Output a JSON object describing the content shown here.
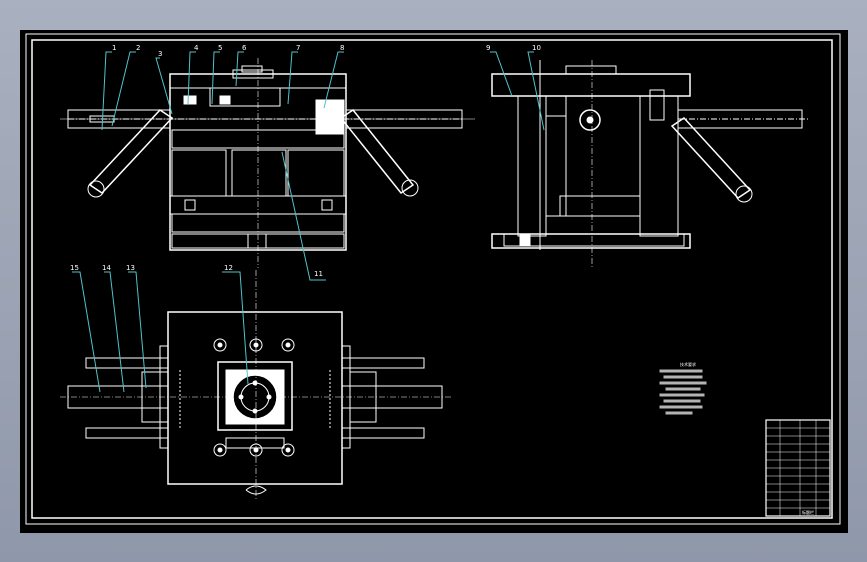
{
  "drawing": {
    "background_color": "#000000",
    "line_color": "#ffffff",
    "leader_color": "#4fc3c9",
    "part_labels": [
      "1",
      "2",
      "3",
      "4",
      "5",
      "6",
      "7",
      "8",
      "9",
      "10",
      "11",
      "12",
      "13",
      "14",
      "15"
    ],
    "notes_label": "技术要求",
    "title_block_label": "标题栏"
  }
}
